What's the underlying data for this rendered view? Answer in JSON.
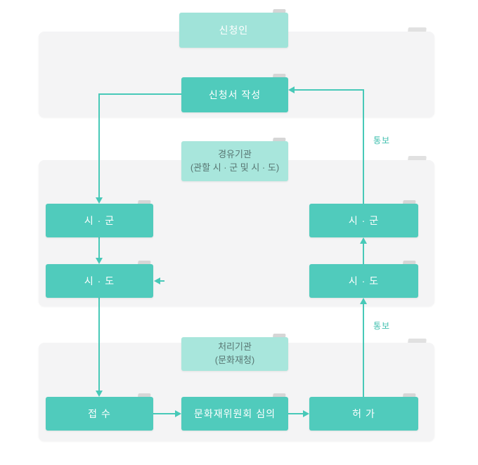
{
  "colors": {
    "node_dark": "#50cbbc",
    "node_light": "#a0e3d9",
    "arrow": "#48c9b8",
    "section_bg": "#f4f4f5",
    "flow_label": "#3fbfae"
  },
  "nodes": {
    "applicant": "신청인",
    "write_application": "신청서 작성",
    "via_agency_title": "경유기관",
    "via_agency_sub": "(관할 시 · 군 및 시 · 도)",
    "sigun_left": "시 · 군",
    "sigun_right": "시 · 군",
    "sido_left": "시 · 도",
    "sido_right": "시 · 도",
    "processing_agency_title": "처리기관",
    "processing_agency_sub": "(문화재청)",
    "receipt": "접 수",
    "committee_review": "문화재위원회 심의",
    "permit": "허 가"
  },
  "labels": {
    "notify_top": "통보",
    "notify_bottom": "통보"
  }
}
